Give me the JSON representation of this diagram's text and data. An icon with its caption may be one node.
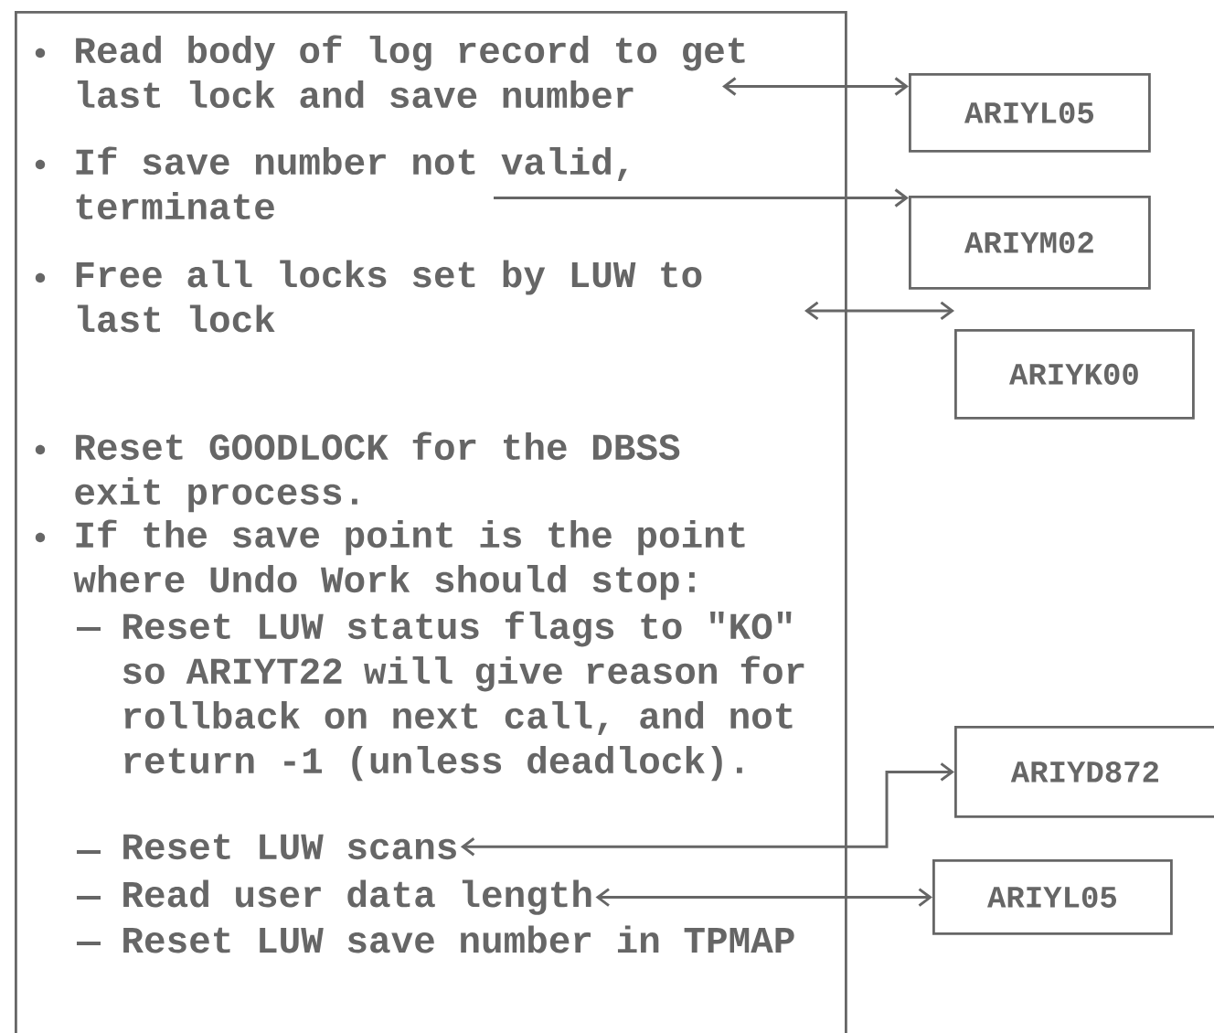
{
  "diagram": {
    "nodes": [
      {
        "text": [],
        "shape": "box"
      },
      {
        "text": [
          "Read body of log record to get last lock and save number"
        ],
        "in": 0
      },
      {
        "text": [
          "If save number not valid, terminate"
        ],
        "in": 0
      },
      {
        "text": [
          "Free all locks set by LUW to last lock"
        ],
        "in": 0
      },
      {
        "text": [
          "Reset GOODLOCK for the DBSS exit process."
        ],
        "in": 0
      },
      {
        "text": [
          "If the save point is the point where Undo Work should stop:"
        ],
        "in": 0
      },
      {
        "text": [
          "Reset LUW status flags to \"KO\" so ARIYT22 will give reason for rollback on next call, and not return -1 (unless deadlock)."
        ],
        "in": 0
      },
      {
        "text": [
          "Reset LUW scans"
        ],
        "in": 0
      },
      {
        "text": [
          "Read user data length"
        ],
        "in": 0
      },
      {
        "text": [
          "Reset LUW save number in TPMAP"
        ],
        "in": 0
      },
      {
        "text": [
          "ARIYL05"
        ]
      },
      {
        "text": [
          "ARIYM02"
        ]
      },
      {
        "text": [
          "ARIYK00"
        ]
      },
      {
        "text": [
          "ARIYD872"
        ]
      },
      {
        "text": [
          "ARIYL05"
        ]
      }
    ],
    "edges": [
      {
        "from": 1,
        "to": 10,
        "arrow": "both"
      },
      {
        "from": 2,
        "to": 11,
        "arrow": "to"
      },
      {
        "from": 3,
        "to": 12,
        "arrow": "both"
      },
      {
        "from": 7,
        "to": 13,
        "arrow": "both"
      },
      {
        "from": 8,
        "to": 14,
        "arrow": "both"
      }
    ]
  }
}
